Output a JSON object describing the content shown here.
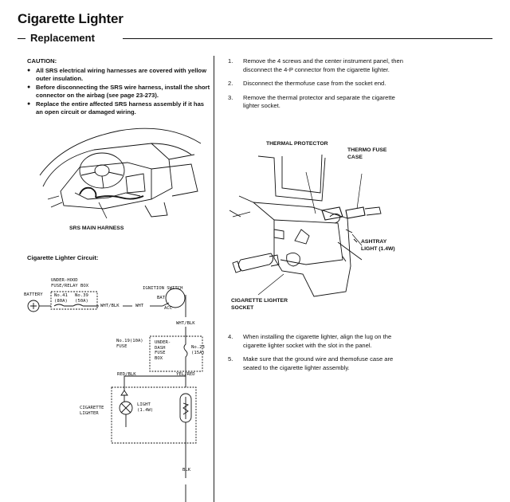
{
  "page": {
    "title": "Cigarette Lighter",
    "section": "Replacement"
  },
  "caution": {
    "head": "CAUTION:",
    "items": [
      "All SRS electrical wiring harnesses are covered with yellow outer insulation.",
      "Before disconnecting the SRS wire harness, install the short connector on the airbag (see page 23-273).",
      "Replace the entire affected SRS harness assembly if it has an open circuit or damaged wiring."
    ]
  },
  "dash_diagram": {
    "label": "SRS MAIN HARNESS"
  },
  "steps": [
    {
      "num": "1.",
      "text": "Remove the 4 screws and the center instrument panel, then disconnect the 4-P connector from the cigarette lighter."
    },
    {
      "num": "2.",
      "text": "Disconnect the thermofuse case from the socket end."
    },
    {
      "num": "3.",
      "text": "Remove the thermal protector and separate the cigarette lighter socket."
    },
    {
      "num": "4.",
      "text": "When installing the cigarette lighter, align the lug on the cigarette lighter socket with the slot in the panel."
    },
    {
      "num": "5.",
      "text": "Make sure that the ground wire and themofuse case are seated to the cigarette lighter assembly."
    }
  ],
  "exploded_diagram": {
    "thermal_protector": "THERMAL PROTECTOR",
    "thermo_fuse_case": [
      "THERMO FUSE",
      "CASE"
    ],
    "ashtray_light": [
      "ASHTRAY",
      "LIGHT (1.4W)"
    ],
    "lighter_socket": [
      "CIGARETTE LIGHTER",
      "SOCKET"
    ]
  },
  "circuit": {
    "title": "Cigarette Lighter Circuit:",
    "battery": "BATTERY",
    "underhood_box": [
      "UNDER-HOOD",
      "FUSE/RELAY BOX"
    ],
    "fuse41": [
      "No.41",
      "(80A)"
    ],
    "fuse39": [
      "No.39",
      "(50A)"
    ],
    "wire_wht_blk": "WHT/BLK",
    "wire_wht": "WHT",
    "ignition_switch": "IGNITION SWITCH",
    "bat": "BAT",
    "acc": "ACC",
    "wire_wht_blk_2": "WHT/BLK",
    "fuse19": [
      "No.19(10A)",
      "FUSE"
    ],
    "underdash_box": [
      "UNDER-",
      "DASH",
      "FUSE",
      "BOX"
    ],
    "fuse23": [
      "No.23",
      "(15A)"
    ],
    "wire_red_blk": "RED/BLK",
    "wire_yel_red": "YEL/RED",
    "lighter_label": [
      "CIGARETTE",
      "LIGHTER"
    ],
    "light": [
      "LIGHT",
      "(1.4W)"
    ],
    "wire_blk": "BLK"
  },
  "colors": {
    "ink": "#111111",
    "paper": "#ffffff"
  }
}
